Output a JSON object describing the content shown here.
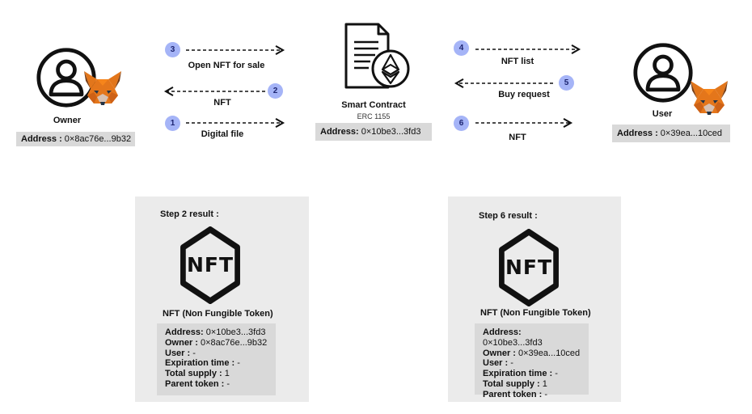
{
  "colors": {
    "badge": "#a5b4f7",
    "badge_text": "#1c2470",
    "address_bg": "#d9d9d9",
    "panel_bg": "#ebebeb",
    "fox_orange": "#e2761b"
  },
  "owner": {
    "label": "Owner",
    "address_key": "Address :",
    "address_val": " 0×8ac76e...9b32",
    "icons": [
      "user-avatar-icon",
      "metamask-fox-icon"
    ]
  },
  "contract": {
    "label": "Smart Contract",
    "standard": "ERC 1155",
    "address_key": "Address:",
    "address_val": " 0×10be3...3fd3",
    "icons": [
      "document-icon",
      "ethereum-icon"
    ]
  },
  "user": {
    "label": "User",
    "address_key": "Address :",
    "address_val": " 0×39ea...10ced",
    "icons": [
      "user-avatar-icon",
      "metamask-fox-icon"
    ]
  },
  "steps": [
    {
      "num": "3",
      "label": "Open NFT for sale",
      "direction": "right"
    },
    {
      "num": "2",
      "label": "NFT",
      "direction": "left"
    },
    {
      "num": "1",
      "label": "Digital file",
      "direction": "right"
    },
    {
      "num": "4",
      "label": "NFT list",
      "direction": "right"
    },
    {
      "num": "5",
      "label": "Buy request",
      "direction": "left"
    },
    {
      "num": "6",
      "label": "NFT",
      "direction": "right"
    }
  ],
  "results": [
    {
      "title": "Step 2 result :",
      "nft_text": "NFT",
      "token_label": "NFT (Non Fungible Token)",
      "fields": [
        {
          "key": "Address:",
          "val": " 0×10be3...3fd3"
        },
        {
          "key": "Owner :",
          "val": " 0×8ac76e...9b32"
        },
        {
          "key": "User :",
          "val": " -"
        },
        {
          "key": "Expiration time :",
          "val": " -"
        },
        {
          "key": "Total supply :",
          "val": " 1"
        },
        {
          "key": "Parent token :",
          "val": " -"
        }
      ]
    },
    {
      "title": "Step 6 result :",
      "nft_text": "NFT",
      "token_label": "NFT (Non Fungible Token)",
      "fields": [
        {
          "key": "Address:",
          "val": " 0×10be3...3fd3"
        },
        {
          "key": "Owner :",
          "val": " 0×39ea...10ced"
        },
        {
          "key": "User :",
          "val": " -"
        },
        {
          "key": "Expiration time :",
          "val": " -"
        },
        {
          "key": "Total supply :",
          "val": " 1"
        },
        {
          "key": "Parent token :",
          "val": " -"
        }
      ]
    }
  ]
}
